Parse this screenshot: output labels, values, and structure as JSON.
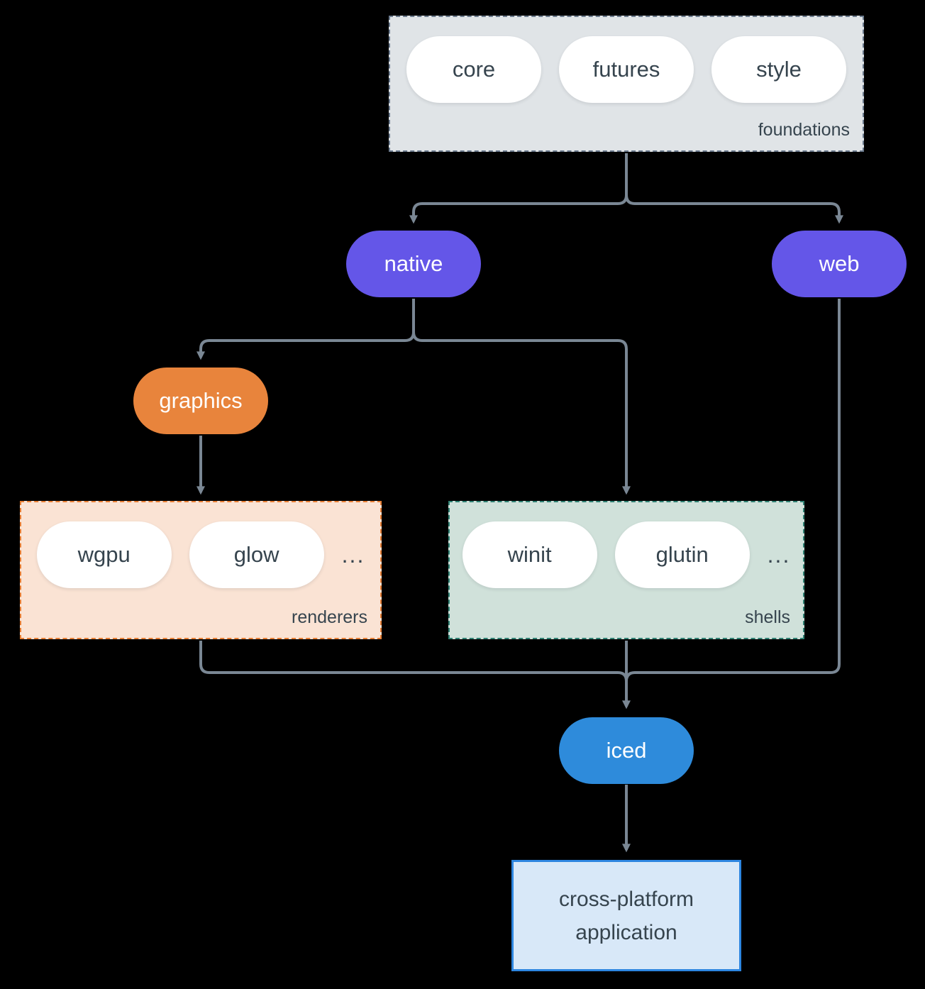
{
  "diagram": {
    "groups": {
      "foundations": {
        "label": "foundations",
        "items": [
          "core",
          "futures",
          "style"
        ]
      },
      "renderers": {
        "label": "renderers",
        "items": [
          "wgpu",
          "glow"
        ],
        "more": "..."
      },
      "shells": {
        "label": "shells",
        "items": [
          "winit",
          "glutin"
        ],
        "more": "..."
      }
    },
    "nodes": {
      "native": "native",
      "web": "web",
      "graphics": "graphics",
      "iced": "iced",
      "application_line1": "cross-platform",
      "application_line2": "application"
    },
    "colors": {
      "background": "#000000",
      "connector": "#7a8794",
      "text_dark": "#36444e",
      "pill_bg": "#ffffff",
      "platform_pill": "#6456e8",
      "graphics_pill": "#e8843c",
      "iced_pill": "#2e8bdb",
      "foundations_bg": "#e0e4e7",
      "foundations_border": "#6b7a8d",
      "renderers_bg": "#fae3d4",
      "renderers_border": "#e87f35",
      "shells_bg": "#d0e1da",
      "shells_border": "#2f8173",
      "application_bg": "#d8e8f8",
      "application_border": "#2e86e0"
    }
  }
}
